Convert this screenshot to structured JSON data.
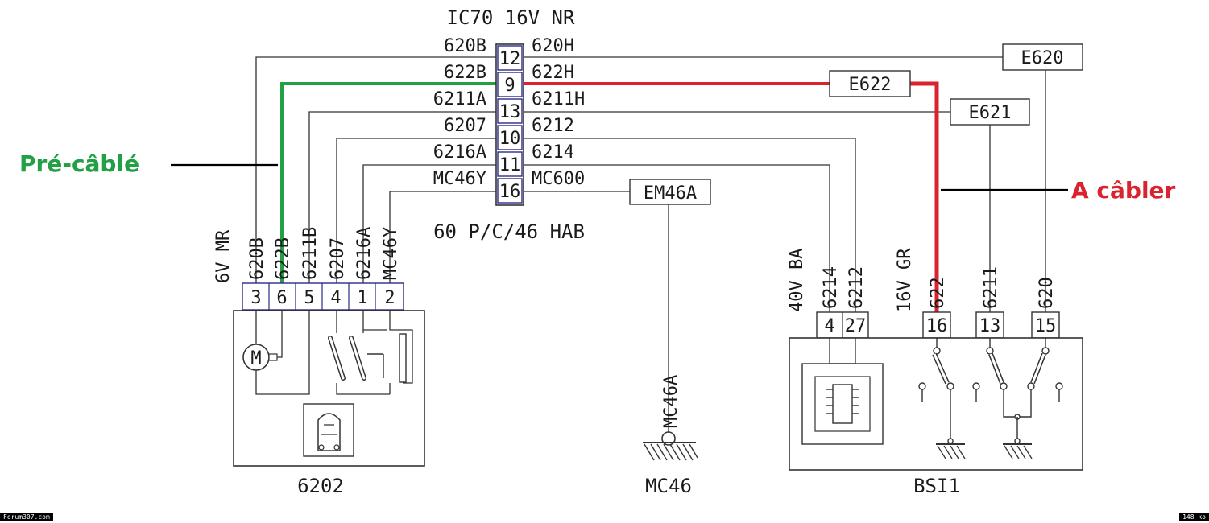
{
  "connector": {
    "title": "IC70 16V NR",
    "subtitle": "60 P/C/46 HAB",
    "pins": [
      {
        "pin": "12",
        "left": "620B",
        "right": "620H"
      },
      {
        "pin": "9",
        "left": "622B",
        "right": "622H"
      },
      {
        "pin": "13",
        "left": "6211A",
        "right": "6211H"
      },
      {
        "pin": "10",
        "left": "6207",
        "right": "6212"
      },
      {
        "pin": "11",
        "left": "6216A",
        "right": "6214"
      },
      {
        "pin": "16",
        "left": "MC46Y",
        "right": "MC600"
      }
    ]
  },
  "splices": {
    "e620": "E620",
    "e622": "E622",
    "e621": "E621",
    "em46a": "EM46A"
  },
  "comp6202": {
    "name": "6202",
    "connector_label": "6V MR",
    "pins": [
      "3",
      "6",
      "5",
      "4",
      "1",
      "2"
    ],
    "wires": [
      "620B",
      "622B",
      "6211B",
      "6207",
      "6216A",
      "MC46Y"
    ],
    "motor_symbol": "M"
  },
  "mc46": {
    "name": "MC46",
    "wire": "MC46A"
  },
  "bsi": {
    "name": "BSI1",
    "conn1_label": "40V BA",
    "conn1_pins": [
      "4",
      "27"
    ],
    "conn1_wires": [
      "6214",
      "6212"
    ],
    "conn2_label": "16V GR",
    "conn2_pins": [
      "16",
      "13",
      "15"
    ],
    "conn2_wires": [
      "622",
      "6211",
      "620"
    ]
  },
  "annotations": {
    "precable": "Pré-câblé",
    "acabler": "A câbler",
    "precable_color": "#22a045",
    "acabler_color": "#d9232e"
  },
  "footer": {
    "left": "Forum307.com",
    "right": "148 ko"
  }
}
